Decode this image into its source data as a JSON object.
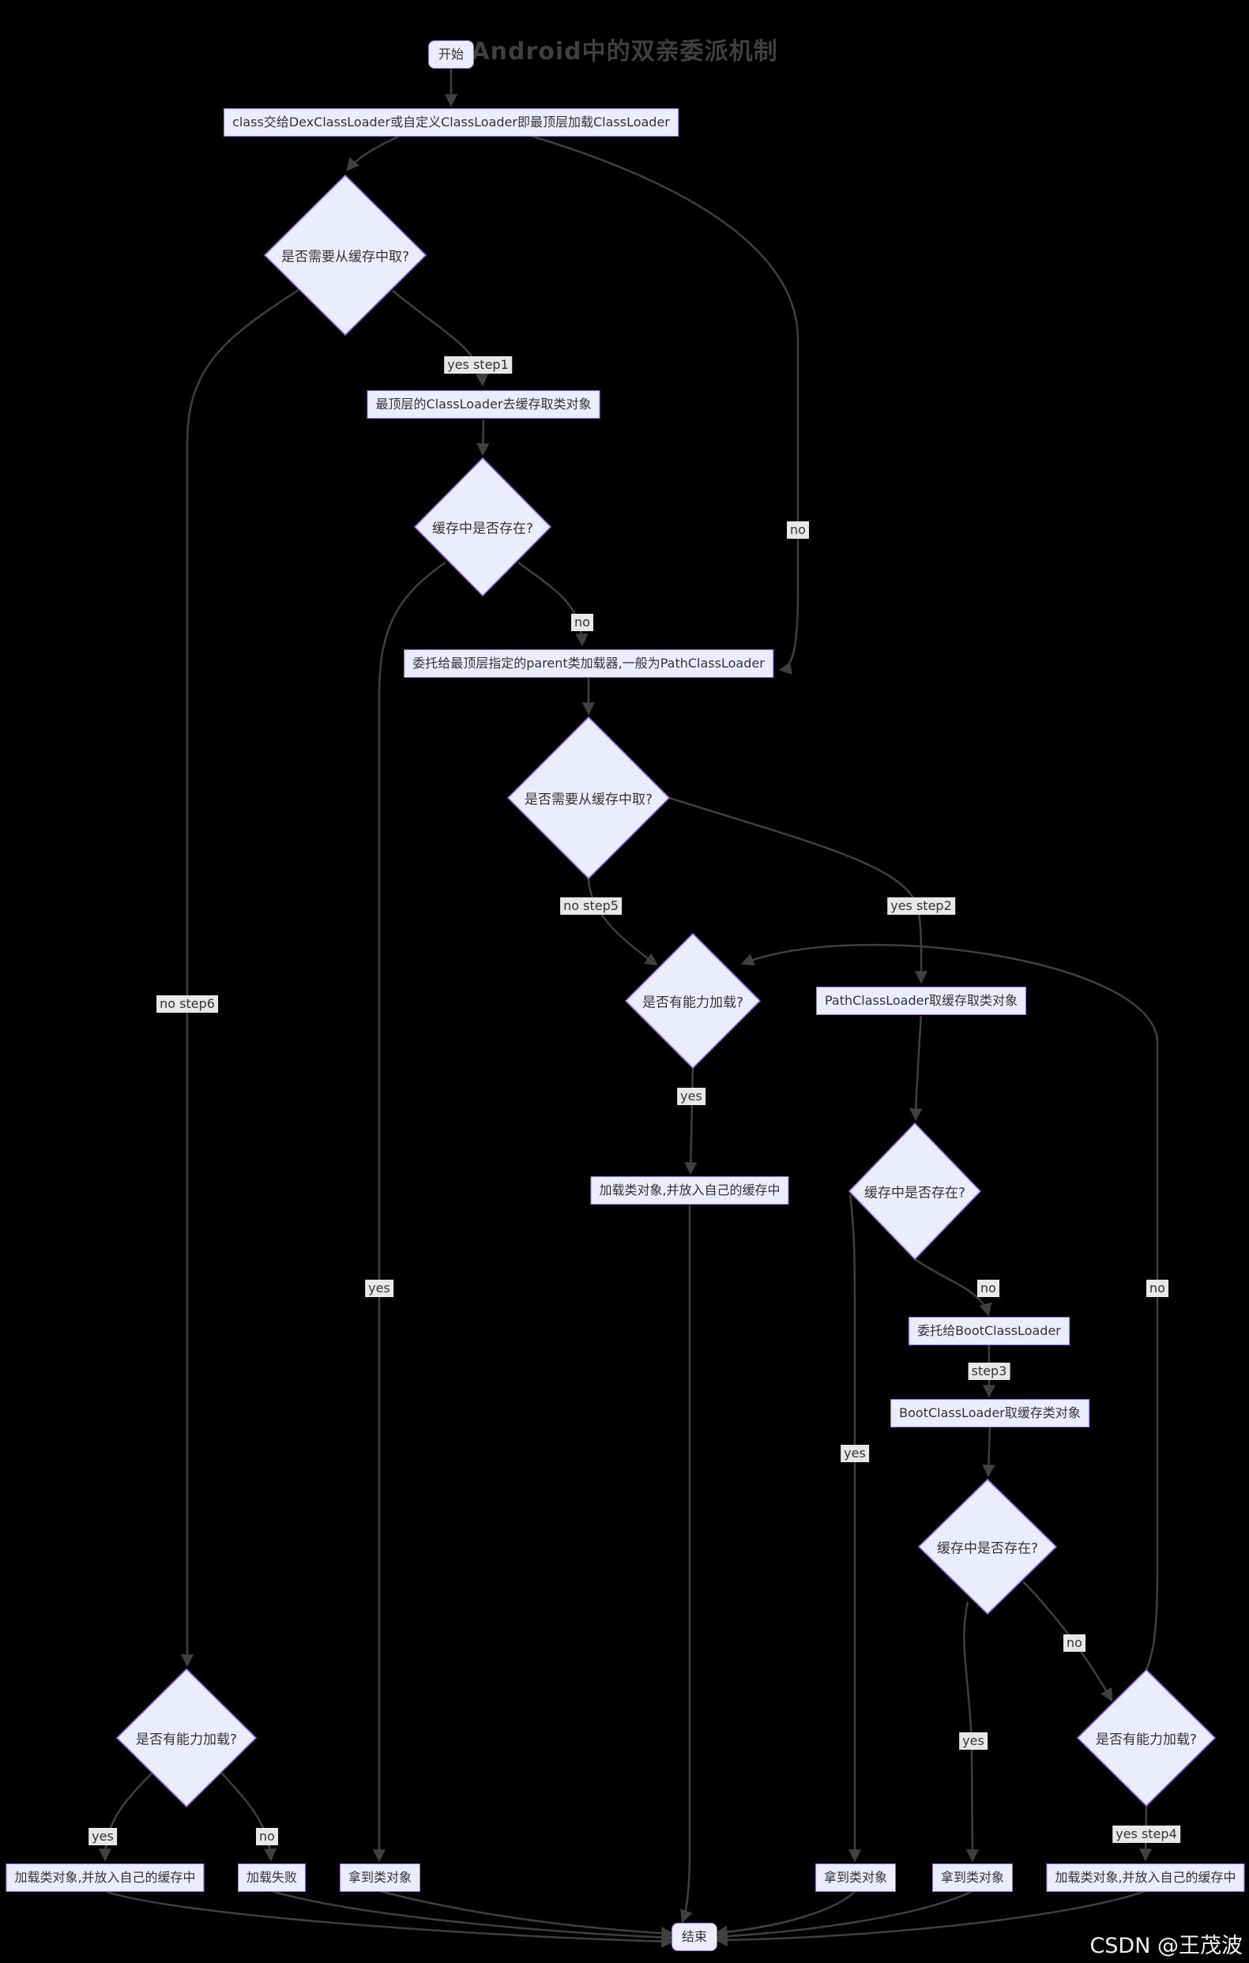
{
  "title": "Android中的双亲委派机制",
  "watermark": "CSDN @王茂波",
  "nodes": {
    "start": "开始",
    "entry": "class交给DexClassLoader或自定义ClassLoader即最顶层加载ClassLoader",
    "need_cache_top": "是否需要从缓存中取?",
    "top_get_cache": "最顶层的ClassLoader去缓存取类对象",
    "cache_exist_top": "缓存中是否存在?",
    "delegate_parent": "委托给最顶层指定的parent类加载器,一般为PathClassLoader",
    "need_cache_path": "是否需要从缓存中取?",
    "can_load_path": "是否有能力加载?",
    "path_get_cache": "PathClassLoader取缓存取类对象",
    "load_cache_path": "加载类对象,并放入自己的缓存中",
    "cache_exist_path": "缓存中是否存在?",
    "delegate_boot": "委托给BootClassLoader",
    "boot_get_cache": "BootClassLoader取缓存类对象",
    "cache_exist_boot": "缓存中是否存在?",
    "can_load_top": "是否有能力加载?",
    "can_load_boot": "是否有能力加载?",
    "load_cache_top": "加载类对象,并放入自己的缓存中",
    "load_fail": "加载失败",
    "got_class_top": "拿到类对象",
    "got_class_path": "拿到类对象",
    "got_class_boot": "拿到类对象",
    "load_cache_boot": "加载类对象,并放入自己的缓存中",
    "end": "结束"
  },
  "edge_labels": {
    "yes_step1": "yes step1",
    "no_delegate": "no",
    "no_cache_top": "no",
    "no_step6": "no step6",
    "no_step5": "no step5",
    "yes_step2": "yes step2",
    "yes_can_load_path": "yes",
    "yes_cache_top": "yes",
    "no_cache_path": "no",
    "no_can_load_boot": "no",
    "yes_cache_path": "yes",
    "step3": "step3",
    "no_cache_boot": "no",
    "yes_cache_boot": "yes",
    "yes_can_load_top": "yes",
    "no_can_load_top": "no",
    "yes_step4": "yes step4"
  },
  "colors": {
    "background": "#000000",
    "node_fill": "#ececff",
    "node_border": "#9370db",
    "edge": "#404040",
    "label_bg": "#e8e8e8",
    "node_text": "#333333",
    "title_text": "#3f3f3f",
    "watermark_text": "#f2f2f2"
  }
}
